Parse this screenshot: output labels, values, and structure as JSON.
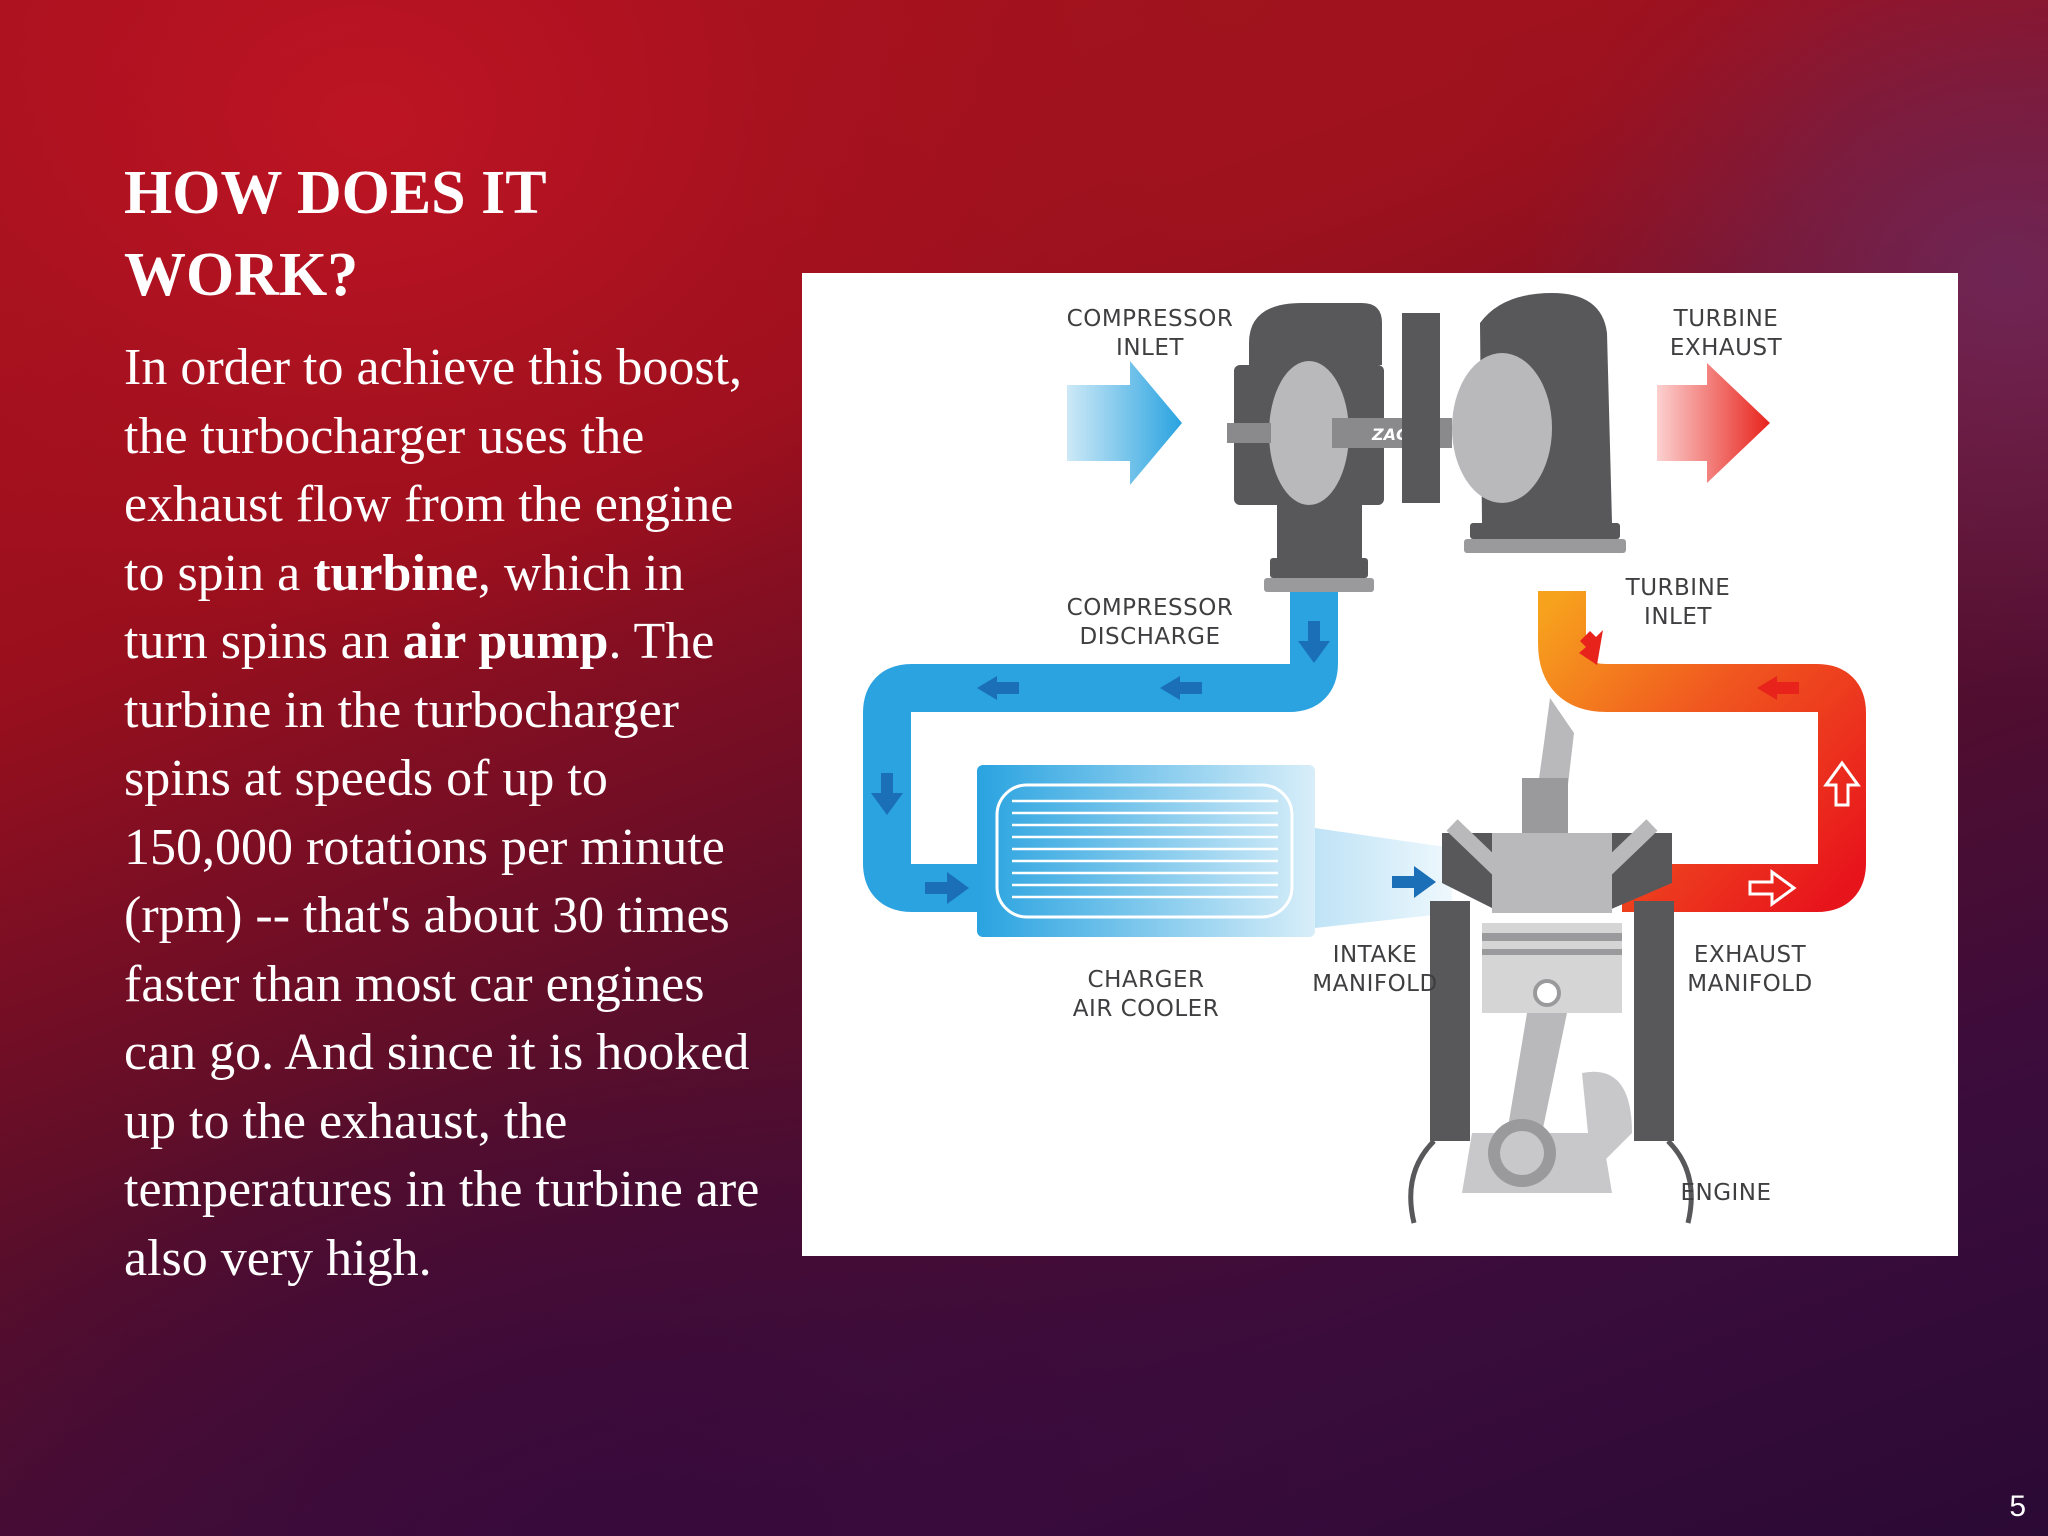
{
  "slide": {
    "title": "HOW DOES IT WORK?",
    "paragraph": {
      "part1": "In order to achieve this boost, the turbocharger uses the exhaust flow from the engine to spin a ",
      "bold1": "turbine",
      "part2": ", which in turn spins an ",
      "bold2": "air pump",
      "part3": ". The turbine in the turbocharger spins at speeds of up to 150,000 rotations per minute (rpm) -- that's about 30 times faster than most car engines can go. And since it is hooked up to the exhaust, the temperatures in the turbine are also very high."
    },
    "page_number": "5"
  },
  "diagram": {
    "labels": {
      "compressor_inlet_1": "COMPRESSOR",
      "compressor_inlet_2": "INLET",
      "turbine_exhaust_1": "TURBINE",
      "turbine_exhaust_2": "EXHAUST",
      "compressor_discharge_1": "COMPRESSOR",
      "compressor_discharge_2": "DISCHARGE",
      "turbine_inlet_1": "TURBINE",
      "turbine_inlet_2": "INLET",
      "charger_air_cooler_1": "CHARGER",
      "charger_air_cooler_2": "AIR COOLER",
      "intake_manifold_1": "INTAKE",
      "intake_manifold_2": "MANIFOLD",
      "exhaust_manifold_1": "EXHAUST",
      "exhaust_manifold_2": "MANIFOLD",
      "engine": "ENGINE",
      "logo": "ZAGE"
    },
    "colors": {
      "cold_air": "#29a3e0",
      "hot_exhaust": "#e8231c",
      "warm": "#f7941d",
      "metal": "#58585a"
    }
  }
}
